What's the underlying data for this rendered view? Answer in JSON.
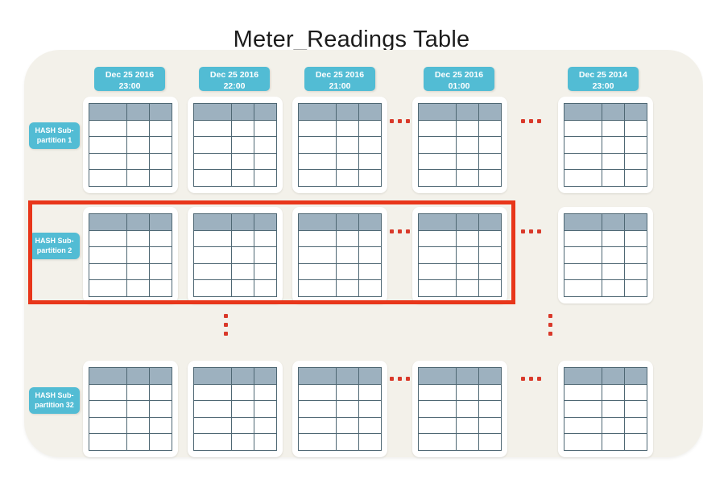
{
  "title": "Meter_Readings Table",
  "colors": {
    "panel_bg": "#f3f1ea",
    "badge_teal": "#52bcd4",
    "table_header": "#9db1bf",
    "grid_line": "#4e6773",
    "highlight_red": "#e8361a",
    "ellipsis_red": "#d9392a",
    "title_text": "#1c1c1c"
  },
  "column_headers": [
    {
      "date": "Dec 25 2016",
      "time": "23:00"
    },
    {
      "date": "Dec 25 2016",
      "time": "22:00"
    },
    {
      "date": "Dec 25 2016",
      "time": "21:00"
    },
    {
      "date": "Dec 25 2016",
      "time": "01:00"
    },
    {
      "date": "Dec 25 2014",
      "time": "23:00"
    }
  ],
  "row_labels": [
    "HASH Sub-partition 1",
    "HASH Sub-partition 2",
    "HASH Sub-partition 32"
  ],
  "table_structure": {
    "columns": 3,
    "rows": 5,
    "header_rows": 1
  },
  "highlighted_row_label": "HASH Sub-partition 2"
}
